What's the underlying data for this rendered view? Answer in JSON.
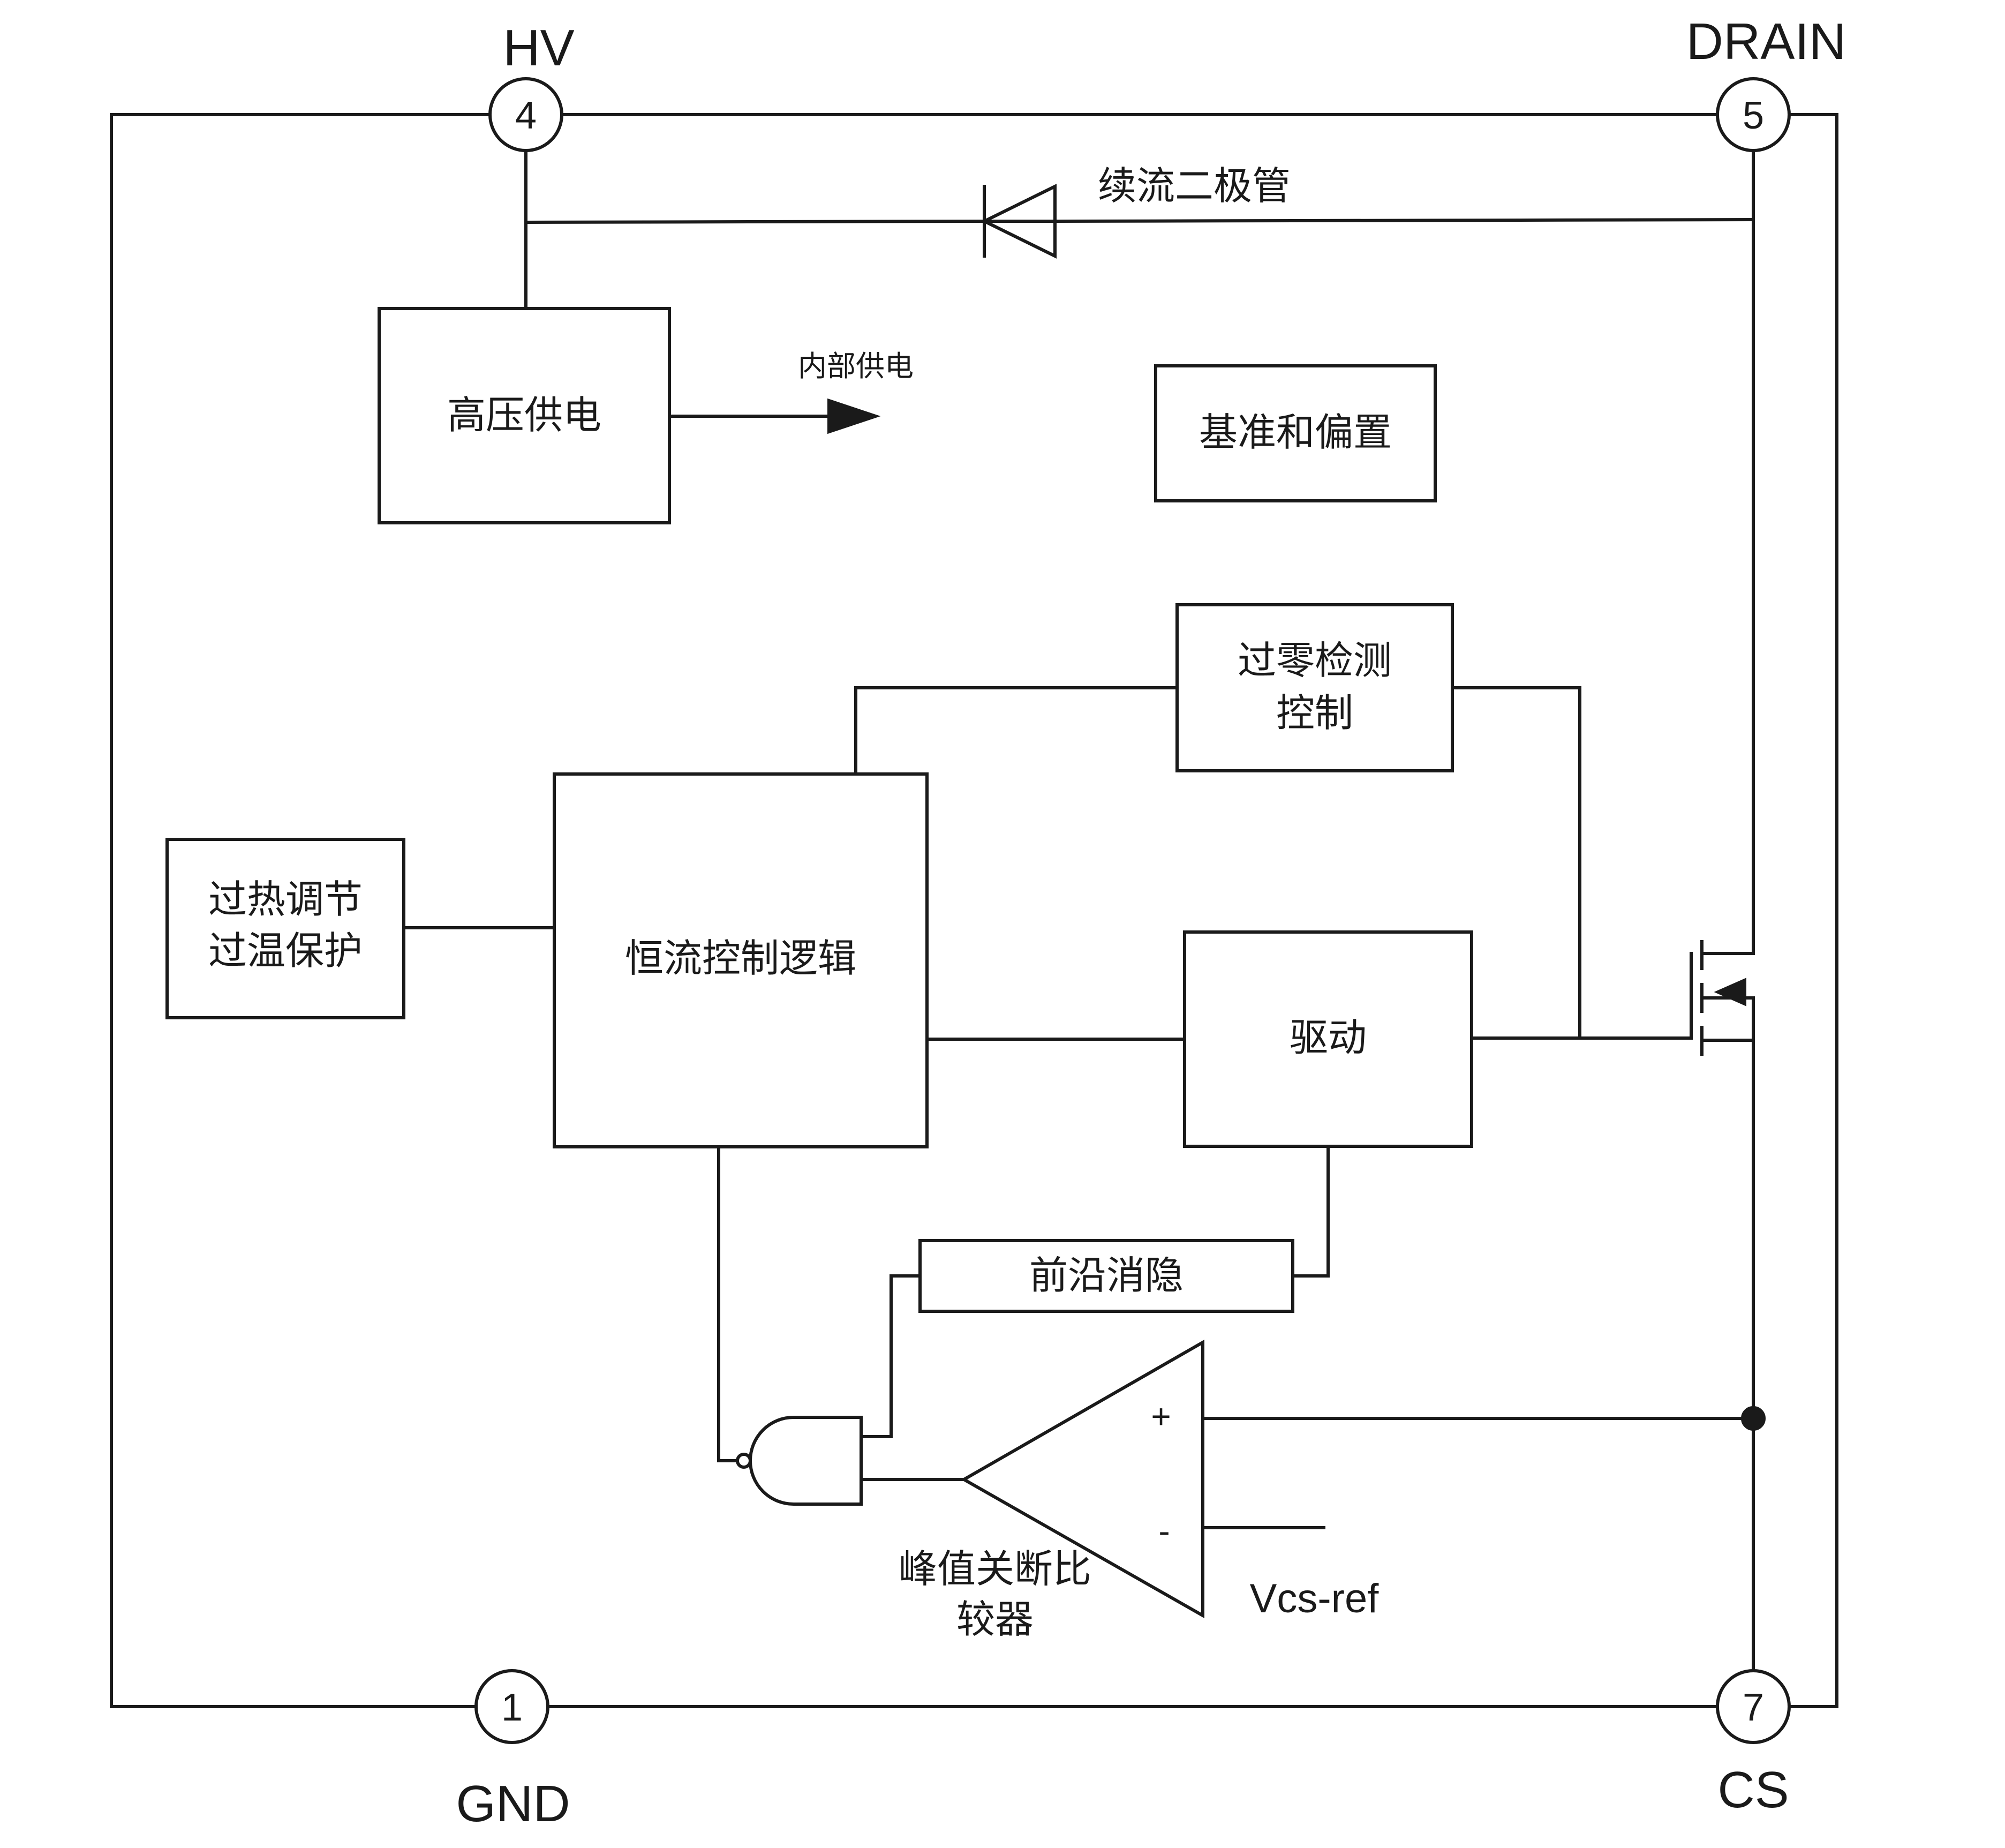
{
  "pins": {
    "hv": {
      "number": "4",
      "label": "HV"
    },
    "drain": {
      "number": "5",
      "label": "DRAIN"
    },
    "gnd": {
      "number": "1",
      "label": "GND"
    },
    "cs": {
      "number": "7",
      "label": "CS"
    }
  },
  "blocks": {
    "hv_supply": "高压供电",
    "internal_supply": "内部供电",
    "reference_bias": "基准和偏置",
    "zero_cross_line1": "过零检测",
    "zero_cross_line2": "控制",
    "thermal_line1": "过热调节",
    "thermal_line2": "过温保护",
    "cc_logic": "恒流控制逻辑",
    "driver": "驱动",
    "leb": "前沿消隐",
    "freewheel_diode": "续流二极管",
    "comparator_line1": "峰值关断比",
    "comparator_line2": "较器",
    "vcs_ref": "Vcs-ref"
  },
  "comparator": {
    "plus": "+",
    "minus": "-"
  }
}
